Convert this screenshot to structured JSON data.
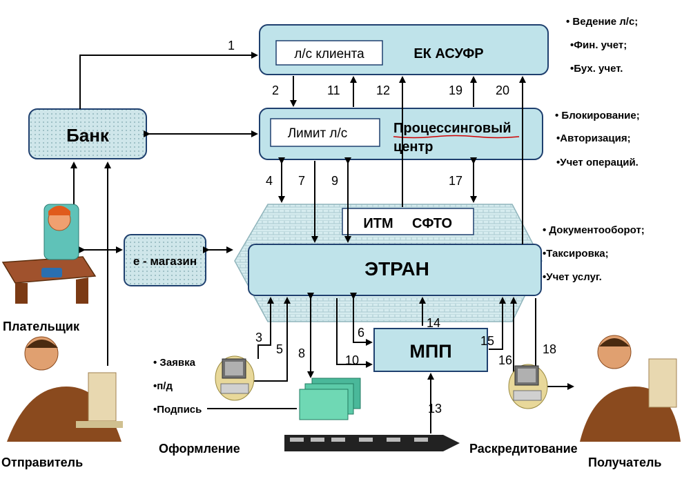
{
  "ek_asufr": {
    "label": "ЕК АСУФР",
    "inner": "л/с клиента"
  },
  "processing": {
    "label_line1": "Процессинговый",
    "label_line2": "центр",
    "inner": "Лимит л/с"
  },
  "bank": {
    "label": "Банк"
  },
  "emagazin": {
    "label": "е - магазин"
  },
  "etran": {
    "label": "ЭТРАН",
    "itm": "ИТМ",
    "sfto": "СФТО"
  },
  "mpp": {
    "label": "МПП"
  },
  "right_notes_top": [
    "• Ведение л/с;",
    "•Фин. учет;",
    "•Бух. учет."
  ],
  "right_notes_mid": [
    "• Блокирование;",
    "•Авторизация;",
    "•Учет операций."
  ],
  "right_notes_etran": [
    "• Документооборот;",
    "•Таксировка;",
    "•Учет услуг."
  ],
  "left_notes": [
    "• Заявка",
    "•п/д",
    "•Подпись"
  ],
  "people": {
    "payer": "Плательщик",
    "sender": "Отправитель",
    "receiver": "Получатель"
  },
  "captions": {
    "oformlenie": "Оформление",
    "raskredit": "Раскредитование"
  },
  "numbers": [
    "1",
    "2",
    "11",
    "12",
    "19",
    "20",
    "4",
    "7",
    "9",
    "17",
    "3",
    "5",
    "8",
    "6",
    "14",
    "10",
    "15",
    "16",
    "18",
    "13"
  ],
  "colors": {
    "box_fill": "#bfe3ea",
    "box_border": "#1e3f6e",
    "accent_red": "#d00000"
  }
}
